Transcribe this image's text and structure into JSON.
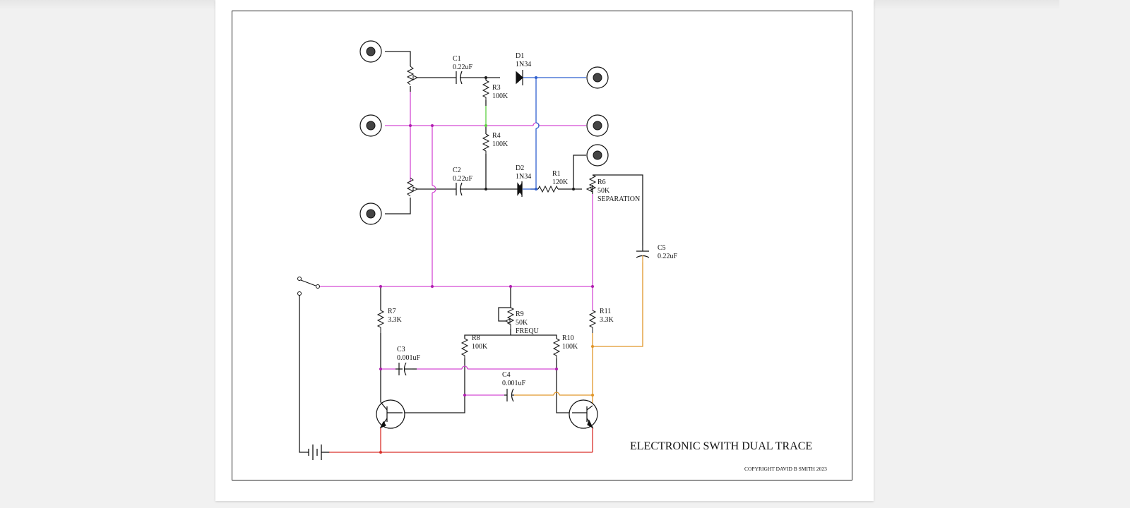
{
  "diagram": {
    "title": "ELECTRONIC SWITH DUAL TRACE",
    "copyright": "COPYRIGHT DAVID B SMITH 2023",
    "components": {
      "c1": {
        "ref": "C1",
        "value": "0.22uF"
      },
      "d1": {
        "ref": "D1",
        "value": "1N34"
      },
      "r3": {
        "ref": "R3",
        "value": "100K"
      },
      "r4": {
        "ref": "R4",
        "value": "100K"
      },
      "c2": {
        "ref": "C2",
        "value": "0.22uF"
      },
      "d2": {
        "ref": "D2",
        "value": "1N34"
      },
      "r1": {
        "ref": "R1",
        "value": "120K"
      },
      "r6": {
        "ref": "R6",
        "value": "50K",
        "name": "SEPARATION"
      },
      "c5": {
        "ref": "C5",
        "value": "0.22uF"
      },
      "r7": {
        "ref": "R7",
        "value": "3.3K"
      },
      "r9": {
        "ref": "R9",
        "value": "50K",
        "name": "FREQU"
      },
      "r11": {
        "ref": "R11",
        "value": "3.3K"
      },
      "r8": {
        "ref": "R8",
        "value": "100K"
      },
      "r10": {
        "ref": "R10",
        "value": "100K"
      },
      "c3": {
        "ref": "C3",
        "value": "0.001uF"
      },
      "c4": {
        "ref": "C4",
        "value": "0.001uF"
      }
    },
    "wire_colors": {
      "black": "#1a1a1a",
      "magenta": "#d44bd4",
      "blue": "#2f5fcf",
      "green": "#5cd040",
      "orange": "#e0962a",
      "red": "#d9302a",
      "junction": "#b01fb0"
    }
  }
}
